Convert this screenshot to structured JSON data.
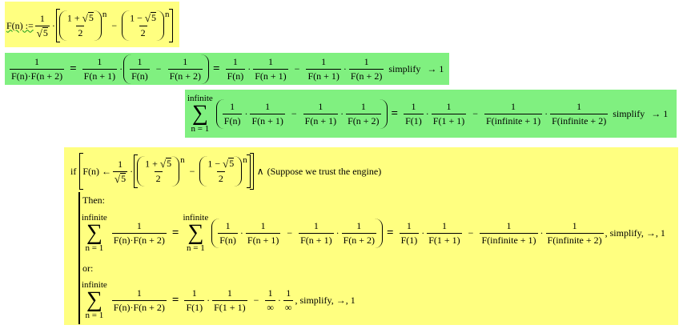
{
  "def": {
    "lhs": "F(n) :=",
    "one": "1",
    "five": "5",
    "plus": "1 + ",
    "minus": "1 − ",
    "two": "2",
    "n": "n",
    "minus_op": "−"
  },
  "eq1": {
    "one": "1",
    "den_a": "F(n)·F(n + 2)",
    "den_b": "F(n + 1)",
    "den_c": "F(n)",
    "den_d": "F(n + 2)",
    "den_e": "F(n)",
    "den_f": "F(n + 1)",
    "den_g": "F(n + 1)",
    "den_h": "F(n + 2)",
    "kw": "simplify",
    "arrow": "→ 1"
  },
  "eq2": {
    "upper": "infinite",
    "lower": "n = 1",
    "sigma": "∑",
    "den_a": "F(n)",
    "den_b": "F(n + 1)",
    "den_c": "F(n + 1)",
    "den_d": "F(n + 2)",
    "den_e": "F(1)",
    "den_f": "F(1 + 1)",
    "den_g": "F(infinite + 1)",
    "den_h": "F(infinite + 2)",
    "kw": "simplify",
    "arrow": "→ 1"
  },
  "cond": {
    "if": "if",
    "lhs": "F(n) ←",
    "and": "∧",
    "comment": "(Suppose we trust the engine)"
  },
  "then": {
    "label": "Then:",
    "den_main": "F(n)·F(n + 2)",
    "tail": ", simplify, →, 1"
  },
  "or": {
    "label": "or:",
    "inf": "∞",
    "tail": ", simplify, →, 1"
  }
}
